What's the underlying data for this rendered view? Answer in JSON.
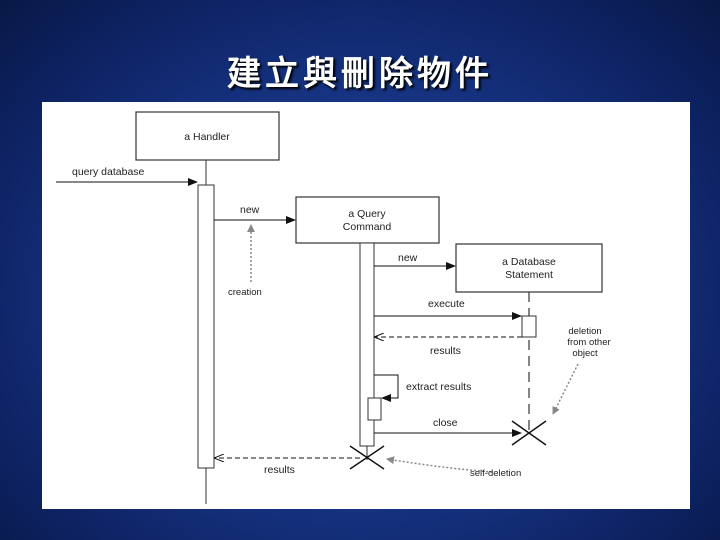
{
  "slide": {
    "title": "建立與刪除物件",
    "background_color": "#173585",
    "title_color": "#ffffff"
  },
  "diagram": {
    "objects": {
      "handler": "a Handler",
      "query_line1": "a Query",
      "query_line2": "Command",
      "statement_line1": "a Database",
      "statement_line2": "Statement"
    },
    "messages": {
      "query_database": "query database",
      "new_1": "new",
      "new_2": "new",
      "execute": "execute",
      "results_1": "results",
      "extract_results": "extract results",
      "close": "close",
      "results_2": "results"
    },
    "notes": {
      "creation": "creation",
      "deletion_line1": "deletion",
      "deletion_line2": "from other",
      "deletion_line3": "object",
      "self_deletion": "self-deletion"
    }
  }
}
